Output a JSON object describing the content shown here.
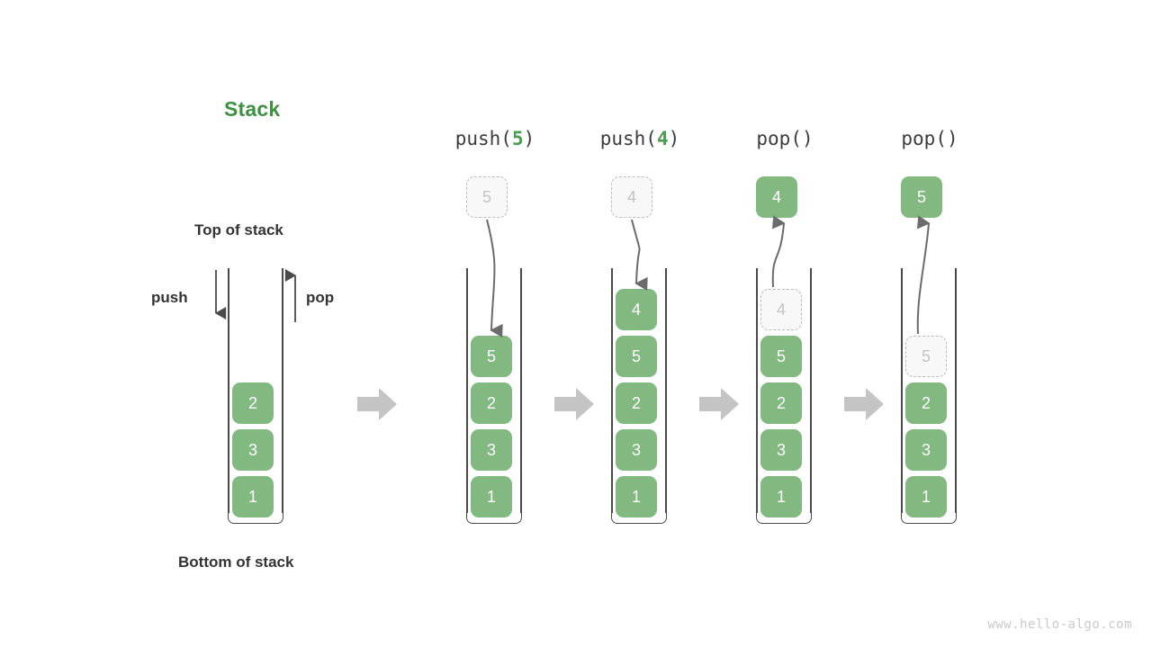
{
  "diagram": {
    "title": "Stack",
    "top_label": "Top of stack",
    "bottom_label": "Bottom of stack",
    "push_label": "push",
    "pop_label": "pop",
    "watermark": "www.hello-algo.com",
    "colors": {
      "element_fill": "#82b981",
      "element_text": "#ffffff",
      "ghost_fill": "#f8f8f8",
      "ghost_border": "#bdbdbd",
      "ghost_text": "#c4c4c4",
      "title_green": "#3f9142",
      "arg_green": "#4a9c4e",
      "text_dark": "#333333",
      "vessel_stroke": "#4a4a4a",
      "step_arrow": "#c4c4c4",
      "motion_arrow": "#6b6b6b",
      "watermark": "#c9c9c9"
    }
  },
  "steps": [
    {
      "header": null,
      "header_prefix": null,
      "header_arg": null,
      "header_suffix": null,
      "stack": [
        "2",
        "3",
        "1"
      ],
      "floating": null,
      "ghost_in_stack": null,
      "motion": null
    },
    {
      "header_prefix": "push(",
      "header_arg": "5",
      "header_suffix": ")",
      "stack": [
        "5",
        "2",
        "3",
        "1"
      ],
      "floating": {
        "value": "5",
        "style": "ghost"
      },
      "ghost_in_stack": null,
      "motion": "down"
    },
    {
      "header_prefix": "push(",
      "header_arg": "4",
      "header_suffix": ")",
      "stack": [
        "4",
        "5",
        "2",
        "3",
        "1"
      ],
      "floating": {
        "value": "4",
        "style": "ghost"
      },
      "ghost_in_stack": null,
      "motion": "down"
    },
    {
      "header_prefix": "pop()",
      "header_arg": "",
      "header_suffix": "",
      "stack": [
        "4",
        "5",
        "2",
        "3",
        "1"
      ],
      "floating": {
        "value": "4",
        "style": "solid"
      },
      "ghost_in_stack": {
        "value": "4",
        "index": 0
      },
      "motion": "up"
    },
    {
      "header_prefix": "pop()",
      "header_arg": "",
      "header_suffix": "",
      "stack": [
        "5",
        "2",
        "3",
        "1"
      ],
      "floating": {
        "value": "5",
        "style": "solid"
      },
      "ghost_in_stack": {
        "value": "5",
        "index": 0
      },
      "motion": "up"
    }
  ],
  "step_arrows": [
    "step-arrow-1",
    "step-arrow-2",
    "step-arrow-3",
    "step-arrow-4"
  ]
}
